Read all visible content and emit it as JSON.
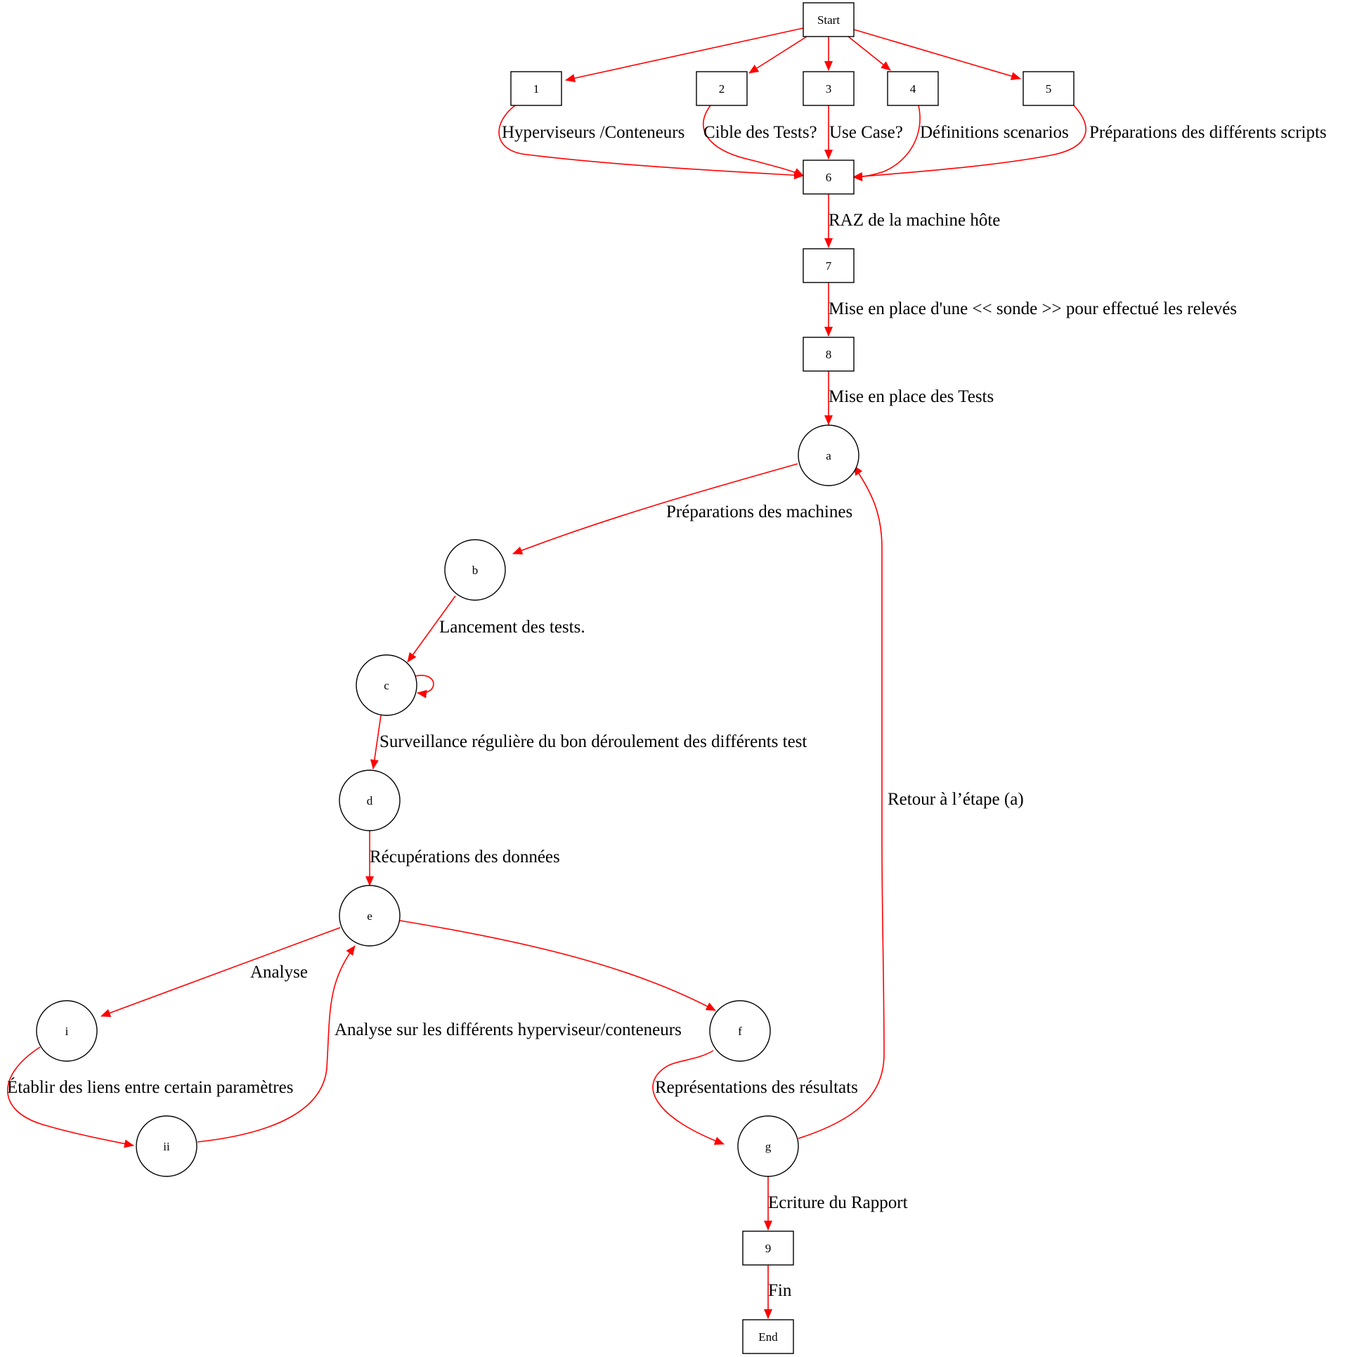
{
  "colors": {
    "edge": "#ff0000",
    "node_stroke": "#000000",
    "background": "#ffffff"
  },
  "nodes": {
    "start": "Start",
    "n1": "1",
    "n2": "2",
    "n3": "3",
    "n4": "4",
    "n5": "5",
    "n6": "6",
    "n7": "7",
    "n8": "8",
    "a": "a",
    "b": "b",
    "c": "c",
    "d": "d",
    "e": "e",
    "f": "f",
    "g": "g",
    "i": "i",
    "ii": "ii",
    "n9": "9",
    "end": "End"
  },
  "edges": {
    "n1_n6": "Hyperviseurs /Conteneurs",
    "n2_n6": "Cible des Tests?",
    "n3_n6": "Use Case?",
    "n4_n6": "Définitions scenarios",
    "n5_n6": "Préparations des différents scripts",
    "n6_n7": "RAZ de la machine hôte",
    "n7_n8": "Mise en place d'une << sonde >> pour effectué les relevés",
    "n8_a": "Mise en place des Tests",
    "a_b": "Préparations des machines",
    "b_c": "Lancement des tests.",
    "c_d": "Surveillance régulière du bon déroulement des différents test",
    "d_e": "Récupérations des données",
    "e_i": "Analyse",
    "i_ii": "Établir des liens entre certain paramètres",
    "ii_e": "Analyse sur les différents hyperviseur/conteneurs",
    "f_g": "Représentations des résultats",
    "g_a": "Retour à l’étape (a)",
    "g_n9": "Ecriture du Rapport",
    "n9_end": "Fin"
  }
}
